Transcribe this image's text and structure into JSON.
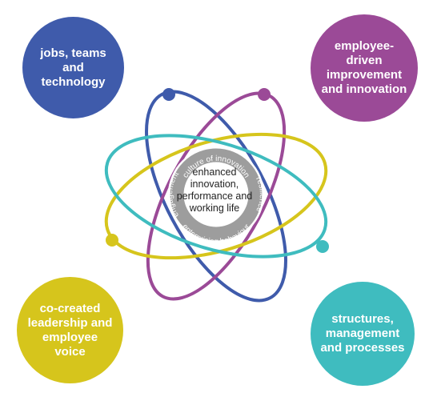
{
  "colors": {
    "blue": "#3f5bab",
    "purple": "#9b4a97",
    "yellow": "#d6c51c",
    "teal": "#3fbcbf",
    "grey": "#9d9d9d"
  },
  "outer": {
    "top_left": "jobs, teams and technology",
    "top_right": "employee-driven improvement and innovation",
    "bottom_left": "co-created leadership and employee voice",
    "bottom_right": "structures, management and processes"
  },
  "center": {
    "text": "enhanced innovation, performance and working life"
  },
  "ring": {
    "top": "culture of innovation",
    "bottom": "enterprising behaviour",
    "left": "engagement",
    "right": "resilience"
  }
}
